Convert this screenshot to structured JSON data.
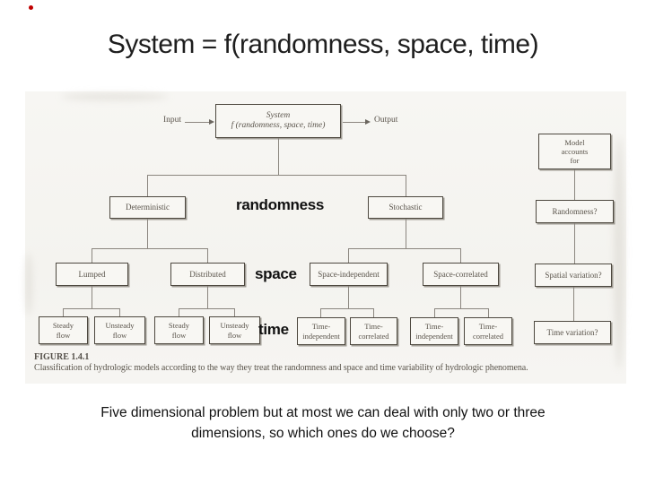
{
  "slide": {
    "title": "System = f(randomness, space, time)",
    "marker_color": "#c00000",
    "conclusion_line1": "Five dimensional problem but at most we can deal with only two or three",
    "conclusion_line2": "dimensions, so which ones do we choose?"
  },
  "figure": {
    "input_label": "Input",
    "output_label": "Output",
    "caption_label": "FIGURE 1.4.1",
    "caption_text": "Classification of hydrologic models according to the way they treat the randomness and space and time variability of hydrologic phenomena.",
    "overlays": {
      "randomness": "randomness",
      "space": "space",
      "time": "time"
    },
    "boxes": {
      "system": [
        "System",
        "f (randomness, space, time)"
      ],
      "model_accounts": [
        "Model",
        "accounts",
        "for"
      ],
      "deterministic": [
        "Deterministic"
      ],
      "stochastic": [
        "Stochastic"
      ],
      "randomness_q": [
        "Randomness?"
      ],
      "lumped": [
        "Lumped"
      ],
      "distributed": [
        "Distributed"
      ],
      "space_independent": [
        "Space-independent"
      ],
      "space_correlated": [
        "Space-correlated"
      ],
      "spatial_variation_q": [
        "Spatial variation?"
      ],
      "steady_flow_1": [
        "Steady",
        "flow"
      ],
      "unsteady_flow_1": [
        "Unsteady",
        "flow"
      ],
      "steady_flow_2": [
        "Steady",
        "flow"
      ],
      "unsteady_flow_2": [
        "Unsteady",
        "flow"
      ],
      "time_independent_1": [
        "Time-",
        "independent"
      ],
      "time_correlated_1": [
        "Time-",
        "correlated"
      ],
      "time_independent_2": [
        "Time-",
        "independent"
      ],
      "time_correlated_2": [
        "Time-",
        "correlated"
      ],
      "time_variation_q": [
        "Time variation?"
      ]
    }
  }
}
